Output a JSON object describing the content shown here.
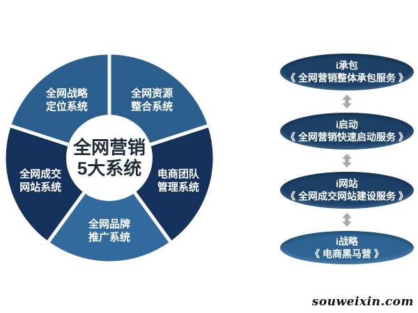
{
  "background": "#ffffff",
  "chart": {
    "center_label": {
      "line1": "全网营销",
      "line2": "5大系统",
      "color": "#1e2c3a"
    },
    "geometry": {
      "outer_radius": 151,
      "inner_radius": 62,
      "label_radius": 104,
      "gap_stroke": "#ffffff",
      "gap_width": 5
    },
    "segments": [
      {
        "name": "resource-integration",
        "label_line1": "全网资源",
        "label_line2": "整合系统",
        "color": "#2a5f8d",
        "start_deg": 0,
        "end_deg": 72
      },
      {
        "name": "ecommerce-team",
        "label_line1": "电商团队",
        "label_line2": "管理系统",
        "color": "#13315a",
        "start_deg": 72,
        "end_deg": 144
      },
      {
        "name": "brand-promotion",
        "label_line1": "全网品牌",
        "label_line2": "推广系统",
        "color": "#336a9d",
        "start_deg": 144,
        "end_deg": 216
      },
      {
        "name": "deal-website",
        "label_line1": "全网成交",
        "label_line2": "网站系统",
        "color": "#13315a",
        "start_deg": 216,
        "end_deg": 288
      },
      {
        "name": "strategy-positioning",
        "label_line1": "全网战略",
        "label_line2": "定位系统",
        "color": "#2a5f8d",
        "start_deg": 288,
        "end_deg": 360
      }
    ]
  },
  "services": {
    "arrow_color": "#a6abb3",
    "items": [
      {
        "title": "i承包",
        "subtitle": "《 全网营销整体承包服务 》",
        "color": "#1c4066"
      },
      {
        "title": "i启动",
        "subtitle": "《 全网营销快速启动服务 》",
        "color": "#1c4066"
      },
      {
        "title": "i网站",
        "subtitle": "《 全网成交网站建设服务 》",
        "color": "#1c4066"
      },
      {
        "title": "i战略",
        "subtitle": "《 电商黑马营 》",
        "color": "#2d6494"
      }
    ]
  },
  "watermark": "souweixin.com"
}
